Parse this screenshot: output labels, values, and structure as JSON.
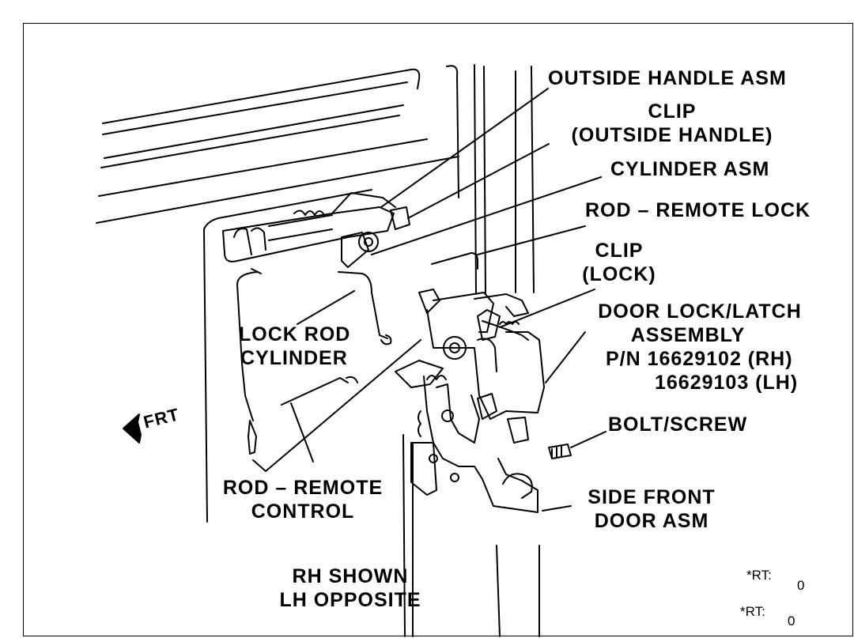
{
  "labels": {
    "outside_handle_asm": "OUTSIDE HANDLE ASM",
    "clip_outside_handle": [
      "CLIP",
      "(OUTSIDE HANDLE)"
    ],
    "cylinder_asm": "CYLINDER ASM",
    "rod_remote_lock": "ROD – REMOTE LOCK",
    "clip_lock": [
      "CLIP",
      "(LOCK)"
    ],
    "door_lock_latch": [
      "DOOR LOCK/LATCH",
      "ASSEMBLY",
      "P/N 16629102 (RH)",
      "16629103 (LH)"
    ],
    "lock_rod_cylinder": [
      "LOCK ROD",
      "CYLINDER"
    ],
    "frt": "FRT",
    "bolt_screw": "BOLT/SCREW",
    "rod_remote_control": [
      "ROD – REMOTE",
      "CONTROL"
    ],
    "side_front_door_asm": [
      "SIDE FRONT",
      "DOOR ASM"
    ],
    "rh_shown": [
      "RH SHOWN",
      "LH OPPOSITE"
    ]
  },
  "footer": {
    "rt1_label": "*RT:",
    "rt1_value": "0",
    "rt2_label": "*RT:",
    "rt2_value": "0"
  }
}
